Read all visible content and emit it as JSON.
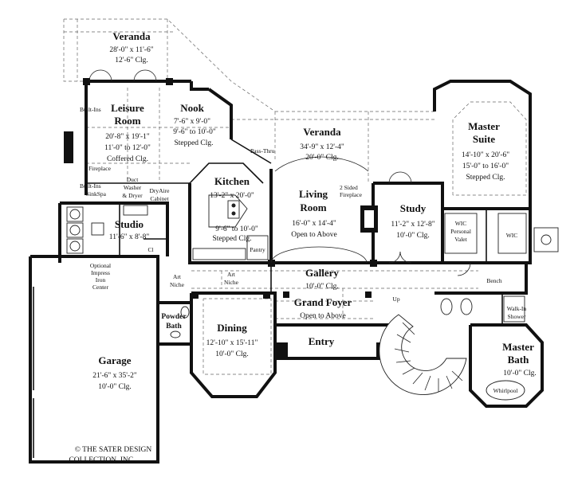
{
  "rooms": {
    "veranda_top": {
      "name": "Veranda",
      "dims": "28'-0\" x 11'-6\"",
      "clg": "12'-6\" Clg."
    },
    "leisure": {
      "name1": "Leisure",
      "name2": "Room",
      "dims": "20'-8\" x 19'-1\"",
      "clg1": "11'-0\" to 12'-0\"",
      "clg2": "Coffered Clg."
    },
    "nook": {
      "name": "Nook",
      "dims": "7'-6\" x 9'-0\"",
      "clg1": "9'-6\" to 10'-0\"",
      "clg2": "Stepped Clg."
    },
    "veranda_mid": {
      "name": "Veranda",
      "dims": "34'-9\" x 12'-4\"",
      "clg": "20'-0\" Clg."
    },
    "master_suite": {
      "name1": "Master",
      "name2": "Suite",
      "dims": "14'-10\" x 20'-6\"",
      "clg1": "15'-0\" to 16'-0\"",
      "clg2": "Stepped Clg."
    },
    "kitchen": {
      "name": "Kitchen",
      "dims": "13'-2\" x 20'-0\"",
      "clg1": "9'-6\" to 10'-0\"",
      "clg2": "Stepped Clg."
    },
    "living": {
      "name1": "Living",
      "name2": "Room",
      "dims": "16'-0\" x 14'-4\"",
      "clg": "Open to Above"
    },
    "study": {
      "name": "Study",
      "dims": "11'-2\" x 12'-8\"",
      "clg": "10'-0\" Clg."
    },
    "studio": {
      "name": "Studio",
      "dims": "11'-6\" x 8'-8\""
    },
    "gallery": {
      "name": "Gallery",
      "clg": "10'-0\" Clg."
    },
    "grand_foyer": {
      "name": "Grand Foyer",
      "clg": "Open to Above"
    },
    "dining": {
      "name": "Dining",
      "dims": "12'-10\" x 15'-11\"",
      "clg": "10'-0\" Clg."
    },
    "entry": {
      "name": "Entry"
    },
    "garage": {
      "name": "Garage",
      "dims": "21'-6\" x 35'-2\"",
      "clg": "10'-0\" Clg."
    },
    "master_bath": {
      "name1": "Master",
      "name2": "Bath",
      "clg": "10'-0\" Clg."
    },
    "powder": {
      "name1": "Powder",
      "name2": "Bath"
    }
  },
  "notes": {
    "built_ins_top": "Built-Ins",
    "fireplace": "Fireplace",
    "built_ins_sink": "Built-Ins",
    "sink_spa": "SinkSpa",
    "pass_thru": "Pass-Thru",
    "two_sided1": "2 Sided",
    "two_sided2": "Fireplace",
    "duct1": "Duct",
    "duct2": "Washer",
    "duct3": "& Dryer",
    "dryaire1": "DryAire",
    "dryaire2": "Cabinet",
    "pantry": "Pantry",
    "wic_personal1": "WIC",
    "wic_personal2": "Personal",
    "wic_personal3": "Valet",
    "wic": "WIC",
    "cl": "Cl",
    "optional1": "Optional",
    "optional2": "Impress",
    "optional3": "Iron",
    "optional4": "Center",
    "art_niche_left1": "Art",
    "art_niche_left2": "Niche",
    "art_niche_mid1": "Art",
    "art_niche_mid2": "Niche",
    "up": "Up",
    "bench": "Bench",
    "walk_in1": "Walk-In",
    "walk_in2": "Shower",
    "whirlpool": "Whirlpool"
  },
  "copyright": {
    "line1": "© THE SATER DESIGN",
    "line2": "COLLECTION, INC."
  }
}
